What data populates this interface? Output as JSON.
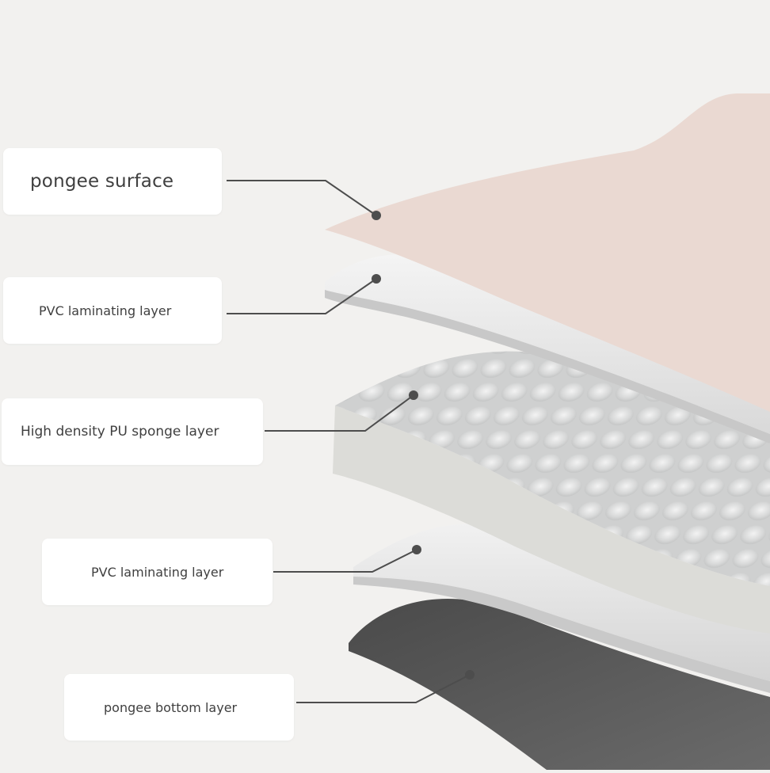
{
  "layers": [
    {
      "label": "pongee surface"
    },
    {
      "label": "PVC laminating layer"
    },
    {
      "label": "High density PU sponge layer"
    },
    {
      "label": "PVC laminating layer"
    },
    {
      "label": "pongee bottom layer"
    }
  ],
  "colors": {
    "background": "#f2f1ef",
    "card": "#ffffff",
    "text": "#3f3f3f",
    "surface_layer": "#ead9d2",
    "pvc_layer": "#e5e5e5",
    "sponge_side": "#dcdcd8",
    "sponge_top": "#cfd0d0",
    "bottom_layer": "#5a5a5a",
    "leader_line": "#4d4d4d"
  }
}
